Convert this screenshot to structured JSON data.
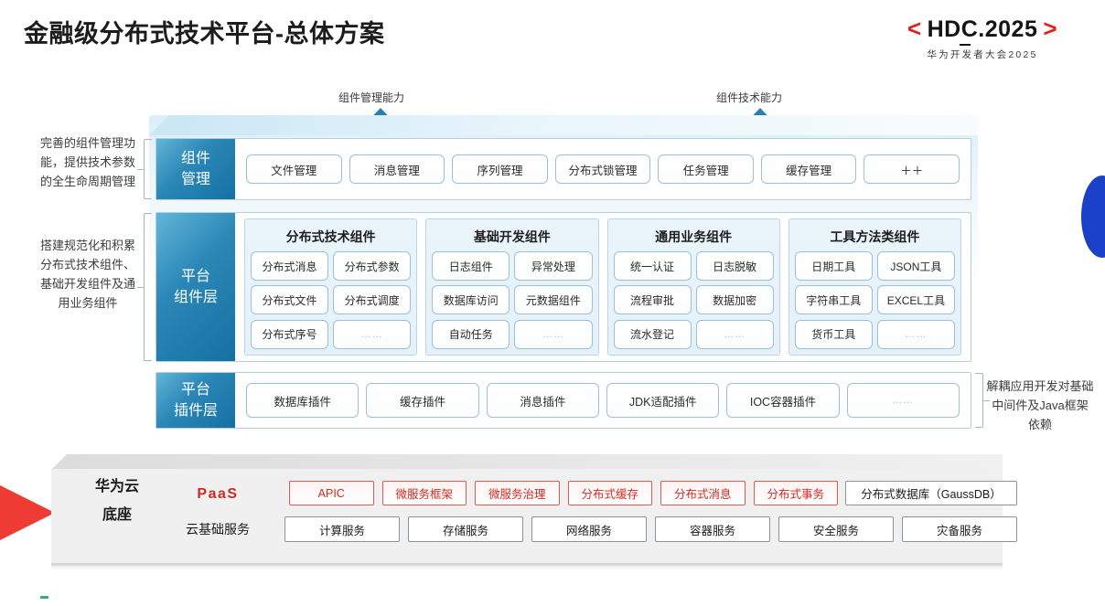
{
  "header": {
    "title": "金融级分布式技术平台-总体方案",
    "logo": {
      "left_bracket": "<",
      "text": "HDC.2025",
      "right_bracket": ">",
      "subtitle": "华为开发者大会2025",
      "accent_color": "#e2211c"
    }
  },
  "arrows": [
    {
      "label": "组件管理能力"
    },
    {
      "label": "组件技术能力"
    }
  ],
  "notes": {
    "left_top": "完善的组件管理功能，提供技术参数的全生命周期管理",
    "left_bottom": "搭建规范化和积累分布式技术组件、基础开发组件及通用业务组件",
    "right": "解耦应用开发对基础中间件及Java框架依赖"
  },
  "bands": {
    "management": {
      "label_line1": "组件",
      "label_line2": "管理",
      "chips": [
        "文件管理",
        "消息管理",
        "序列管理",
        "分布式锁管理",
        "任务管理",
        "缓存管理",
        "＋＋"
      ]
    },
    "component_layer": {
      "label_line1": "平台",
      "label_line2": "组件层",
      "groups": [
        {
          "title": "分布式技术组件",
          "items": [
            "分布式消息",
            "分布式参数",
            "分布式文件",
            "分布式调度",
            "分布式序号",
            "……"
          ]
        },
        {
          "title": "基础开发组件",
          "items": [
            "日志组件",
            "异常处理",
            "数据库访问",
            "元数据组件",
            "自动任务",
            "……"
          ]
        },
        {
          "title": "通用业务组件",
          "items": [
            "统一认证",
            "日志脱敏",
            "流程审批",
            "数据加密",
            "流水登记",
            "……"
          ]
        },
        {
          "title": "工具方法类组件",
          "items": [
            "日期工具",
            "JSON工具",
            "字符串工具",
            "EXCEL工具",
            "货币工具",
            "……"
          ]
        }
      ]
    },
    "plugin_layer": {
      "label_line1": "平台",
      "label_line2": "插件层",
      "chips": [
        "数据库插件",
        "缓存插件",
        "消息插件",
        "JDK适配插件",
        "IOC容器插件",
        "……"
      ]
    }
  },
  "base": {
    "title_line1": "华为云",
    "title_line2": "底座",
    "paas_label": "PaaS",
    "cloud_label": "云基础服务",
    "paas_items": [
      "APIC",
      "微服务框架",
      "微服务治理",
      "分布式缓存",
      "分布式消息",
      "分布式事务"
    ],
    "paas_tail": "分布式数据库（GaussDB）",
    "cloud_items": [
      "计算服务",
      "存储服务",
      "网络服务",
      "容器服务",
      "安全服务",
      "灾备服务"
    ]
  },
  "colors": {
    "brand_blue": "#1571a3",
    "brand_red": "#cf2b23",
    "panel_bg": "#f0f0f0"
  }
}
